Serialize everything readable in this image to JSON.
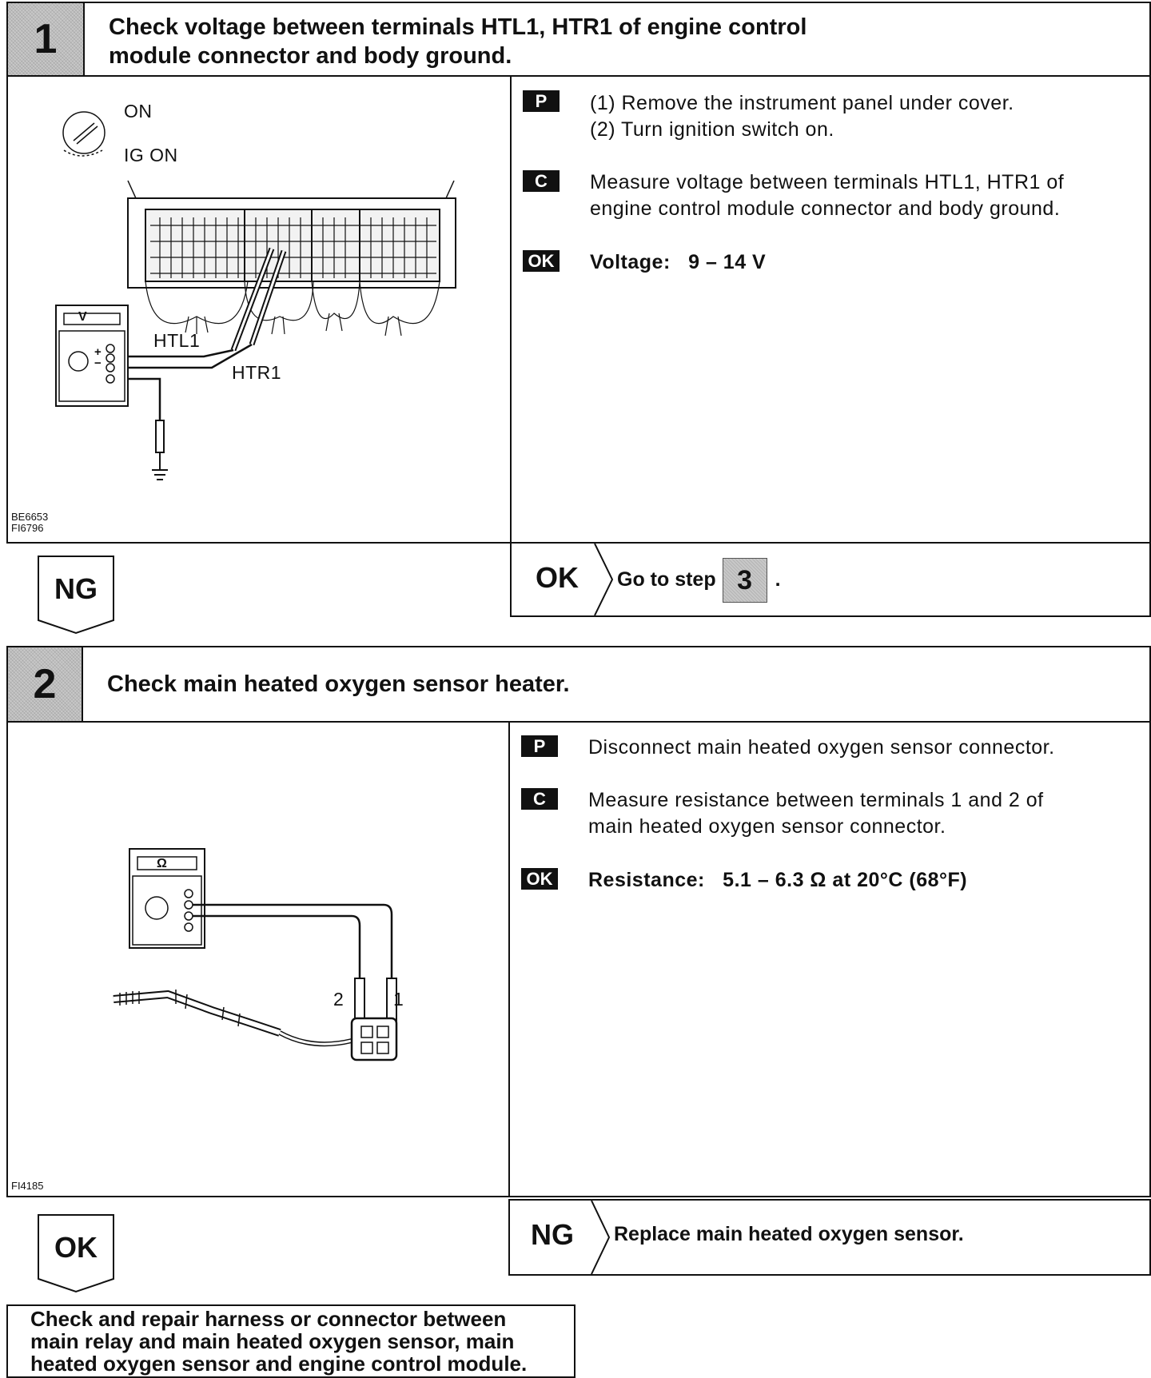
{
  "step1": {
    "number": "1",
    "title_line1": "Check voltage between terminals HTL1, HTR1 of engine control",
    "title_line2": "module connector and body ground.",
    "figure": {
      "switch_on": "ON",
      "switch_ig_on": "IG ON",
      "meter_symbol": "V",
      "label_htl1": "HTL1",
      "label_htr1": "HTR1",
      "code1": "BE6653",
      "code2": "FI6796"
    },
    "p_tag": "P",
    "p_line1": "(1) Remove the instrument panel under cover.",
    "p_line2": "(2) Turn ignition switch on.",
    "c_tag": "C",
    "c_line1": "Measure voltage between terminals HTL1, HTR1 of",
    "c_line2": "engine control module connector and body ground.",
    "ok_tag": "OK",
    "ok_text": "Voltage:   9 – 14 V",
    "result_ng_label": "NG",
    "result_ok_label": "OK",
    "result_ok_text": "Go to step",
    "result_ok_step": "3",
    "result_ok_period": "."
  },
  "step2": {
    "number": "2",
    "title": "Check main heated oxygen sensor heater.",
    "figure": {
      "meter_symbol": "Ω",
      "terminal_2": "2",
      "terminal_1": "1",
      "code": "FI4185"
    },
    "p_tag": "P",
    "p_line1": "Disconnect main heated oxygen sensor connector.",
    "c_tag": "C",
    "c_line1": "Measure resistance between terminals 1 and 2 of",
    "c_line2": "main heated oxygen sensor connector.",
    "ok_tag": "OK",
    "ok_text": "Resistance:   5.1 – 6.3 Ω at 20°C (68°F)",
    "result_ok_label": "OK",
    "result_ng_label": "NG",
    "result_ng_text": "Replace main heated oxygen sensor."
  },
  "final_box": {
    "line1": "Check and repair harness or connector between",
    "line2": "main relay and main heated oxygen sensor, main",
    "line3": "heated oxygen sensor and engine control module."
  }
}
